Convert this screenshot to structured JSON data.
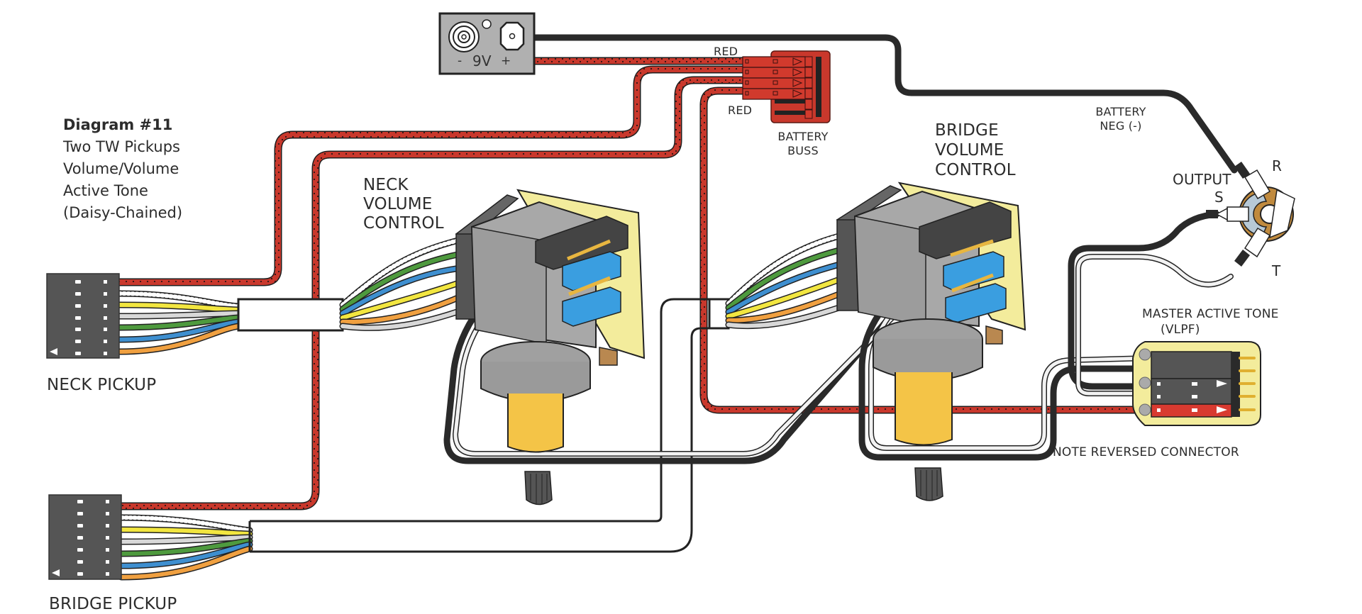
{
  "title_block": {
    "heading": "Diagram #11",
    "lines": [
      "Two TW Pickups",
      "Volume/Volume",
      "Active Tone",
      "(Daisy-Chained)"
    ]
  },
  "labels": {
    "neck_pickup": "NECK PICKUP",
    "bridge_pickup": "BRIDGE PICKUP",
    "neck_volume": [
      "NECK",
      "VOLUME",
      "CONTROL"
    ],
    "bridge_volume": [
      "BRIDGE",
      "VOLUME",
      "CONTROL"
    ],
    "battery_buss": [
      "BATTERY",
      "BUSS"
    ],
    "battery_neg": [
      "BATTERY",
      "NEG (-)"
    ],
    "red_top": "RED",
    "red_lower": "RED",
    "output": "OUTPUT",
    "jack_r": "R",
    "jack_s": "S",
    "jack_t": "T",
    "master_tone": "MASTER ACTIVE TONE",
    "master_tone_sub": "(VLPF)",
    "note": "NOTE REVERSED CONNECTOR"
  },
  "battery": {
    "label": "9V",
    "neg_symbol": "-",
    "pos_symbol": "+"
  },
  "colors": {
    "red_wire": "#c9382c",
    "black_wire": "#2a2a2a",
    "white_wire": "#ffffff",
    "yellow_wire": "#f2e640",
    "green_wire": "#4e9a3e",
    "blue_wire": "#3e8fd0",
    "orange_wire": "#f0a040",
    "gray_wire": "#d8d8d8",
    "connector_dark": "#555555",
    "pot_gray": "#a8a8a8",
    "pot_shaft": "#f4c447",
    "pcb_yellow": "#f3ec9c",
    "switch_blue": "#3a9ee0",
    "jack_brown": "#c08a3e",
    "jack_blue": "#b7c9d6",
    "battery_gray": "#b0b0b0"
  }
}
